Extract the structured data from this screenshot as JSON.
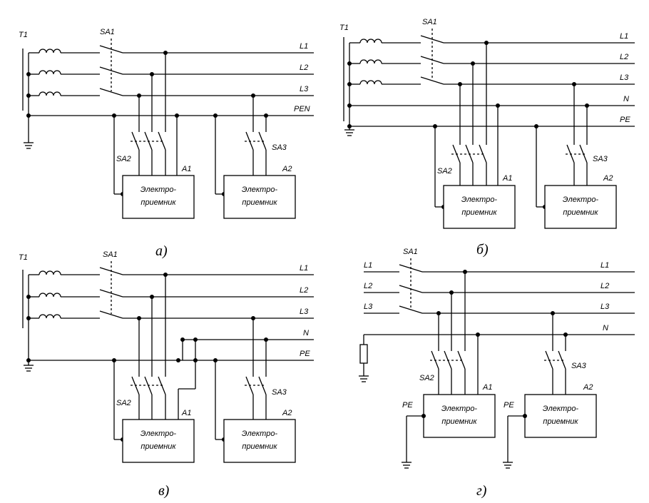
{
  "panels": [
    {
      "caption": "а)",
      "transformer": "T1",
      "main_switch": "SA1",
      "lines": [
        "L1",
        "L2",
        "L3",
        "PEN"
      ],
      "loads": [
        {
          "switch": "SA2",
          "id": "A1",
          "text": [
            "Электро-",
            "приемник"
          ]
        },
        {
          "switch": "SA3",
          "id": "A2",
          "text": [
            "Электро-",
            "приемник"
          ]
        }
      ]
    },
    {
      "caption": "б)",
      "transformer": "T1",
      "main_switch": "SA1",
      "lines": [
        "L1",
        "L2",
        "L3",
        "N",
        "PE"
      ],
      "loads": [
        {
          "switch": "SA2",
          "id": "A1",
          "text": [
            "Электро-",
            "приемник"
          ]
        },
        {
          "switch": "SA3",
          "id": "A2",
          "text": [
            "Электро-",
            "приемник"
          ]
        }
      ]
    },
    {
      "caption": "в)",
      "transformer": "T1",
      "main_switch": "SA1",
      "lines": [
        "L1",
        "L2",
        "L3",
        "N",
        "PE"
      ],
      "loads": [
        {
          "switch": "SA2",
          "id": "A1",
          "text": [
            "Электро-",
            "приемник"
          ]
        },
        {
          "switch": "SA3",
          "id": "A2",
          "text": [
            "Электро-",
            "приемник"
          ]
        }
      ]
    },
    {
      "caption": "г)",
      "main_switch": "SA1",
      "inputs": [
        "L1",
        "L2",
        "L3"
      ],
      "lines": [
        "L1",
        "L2",
        "L3",
        "N"
      ],
      "pe_labels": [
        "PE",
        "PE"
      ],
      "loads": [
        {
          "switch": "SA2",
          "id": "A1",
          "text": [
            "Электро-",
            "приемник"
          ]
        },
        {
          "switch": "SA3",
          "id": "A2",
          "text": [
            "Электро-",
            "приемник"
          ]
        }
      ]
    }
  ]
}
